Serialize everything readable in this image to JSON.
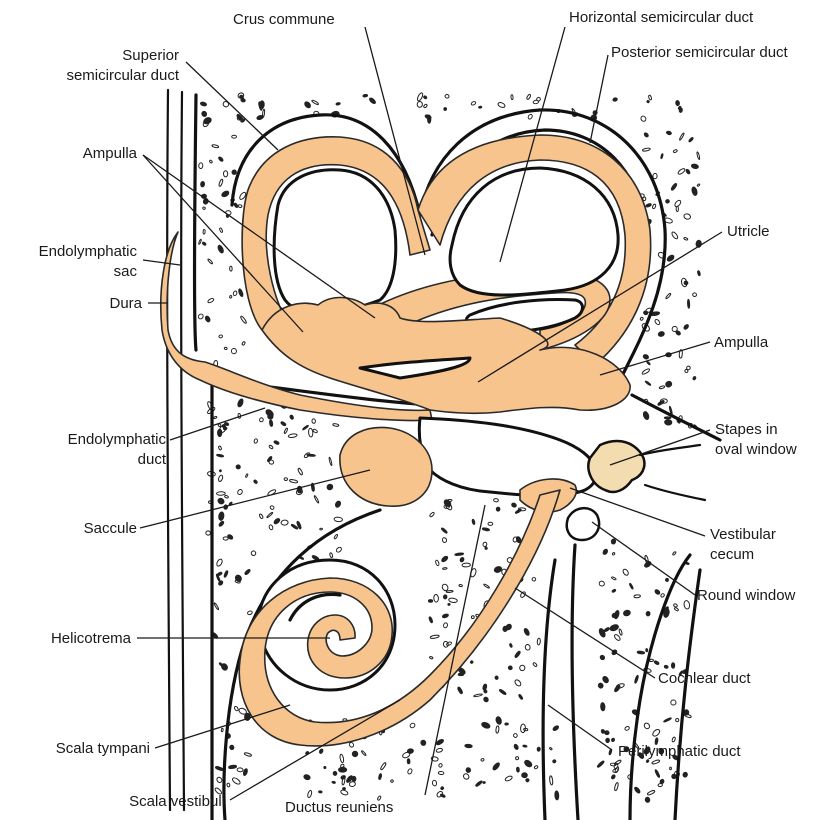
{
  "colors": {
    "endolymph": "#f7c48e",
    "outline": "#111111",
    "bone": "#ffffff",
    "stapes": "#f3dcb0"
  },
  "labels": {
    "crus_commune": "Crus commune",
    "horizontal_semicircular_duct": "Horizontal semicircular duct",
    "posterior_semicircular_duct": "Posterior semicircular duct",
    "superior_semicircular_duct_line1": "Superior",
    "superior_semicircular_duct_line2": "semicircular duct",
    "ampulla_left": "Ampulla",
    "endolymphatic_sac_line1": "Endolymphatic",
    "endolymphatic_sac_line2": "sac",
    "dura": "Dura",
    "utricle": "Utricle",
    "ampulla_right": "Ampulla",
    "endolymphatic_duct_line1": "Endolymphatic",
    "endolymphatic_duct_line2": "duct",
    "stapes_line1": "Stapes in",
    "stapes_line2": "oval window",
    "saccule": "Saccule",
    "vestibular_cecum_line1": "Vestibular",
    "vestibular_cecum_line2": "cecum",
    "round_window": "Round window",
    "helicotrema": "Helicotrema",
    "cochlear_duct": "Cochlear duct",
    "scala_tympani": "Scala tympani",
    "perilymphatic_duct": "Perilymphatic duct",
    "scala_vestibuli": "Scala vestibuli",
    "ductus_reuniens": "Ductus reuniens"
  }
}
